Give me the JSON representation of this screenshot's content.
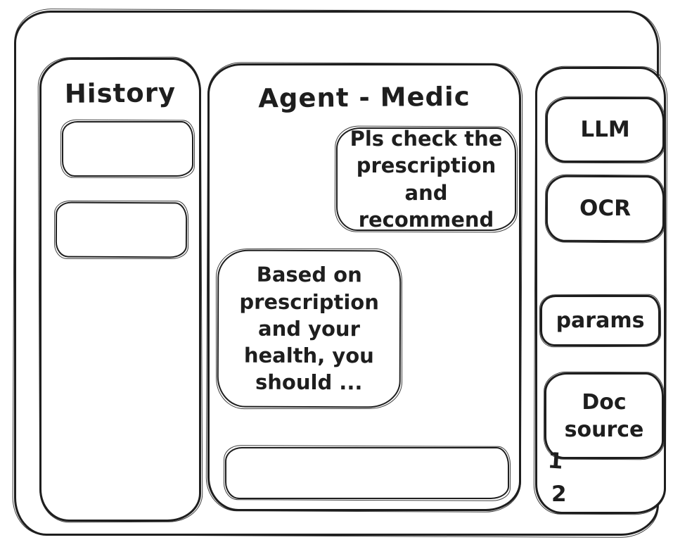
{
  "theme": {
    "stroke_color": "#1e1e1e",
    "background_color": "#ffffff"
  },
  "history_panel": {
    "title": "History",
    "items": [
      {
        "label": ""
      },
      {
        "label": ""
      }
    ]
  },
  "chat_panel": {
    "title": "Agent - Medic",
    "messages": [
      {
        "role": "user",
        "text": "Pls check the\nprescription\nand recommend"
      },
      {
        "role": "assistant",
        "text": "Based on\nprescription\nand your\nhealth, you\nshould ..."
      }
    ],
    "input": {
      "value": "",
      "placeholder": ""
    }
  },
  "tools_panel": {
    "buttons": [
      {
        "label": "LLM"
      },
      {
        "label": "OCR"
      },
      {
        "label": "params"
      },
      {
        "label": "Doc source"
      }
    ],
    "doc_source_items": [
      {
        "label": "1"
      },
      {
        "label": "2"
      }
    ]
  }
}
